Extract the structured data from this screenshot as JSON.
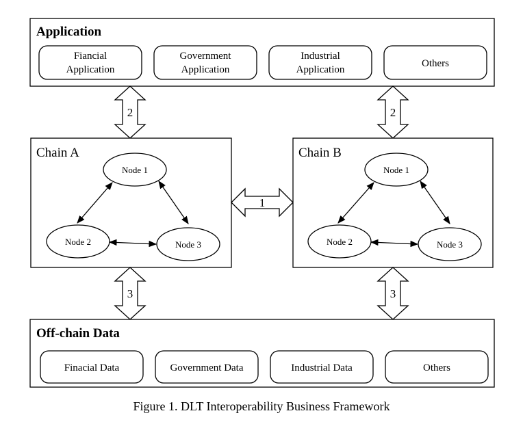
{
  "application_layer": {
    "title": "Application",
    "items": [
      {
        "line1": "Fiancial",
        "line2": "Application"
      },
      {
        "line1": "Government",
        "line2": "Application"
      },
      {
        "line1": "Industrial",
        "line2": "Application"
      },
      {
        "line1": "Others",
        "line2": ""
      }
    ]
  },
  "chains": [
    {
      "title": "Chain A",
      "nodes": [
        "Node 1",
        "Node 2",
        "Node 3"
      ]
    },
    {
      "title": "Chain B",
      "nodes": [
        "Node 1",
        "Node 2",
        "Node 3"
      ]
    }
  ],
  "offchain_layer": {
    "title": "Off-chain Data",
    "items": [
      "Finacial Data",
      "Government Data",
      "Industrial Data",
      "Others"
    ]
  },
  "arrows": {
    "cross_chain": "1",
    "app_to_chain": "2",
    "chain_to_data": "3"
  },
  "caption": "Figure 1. DLT Interoperability Business Framework"
}
